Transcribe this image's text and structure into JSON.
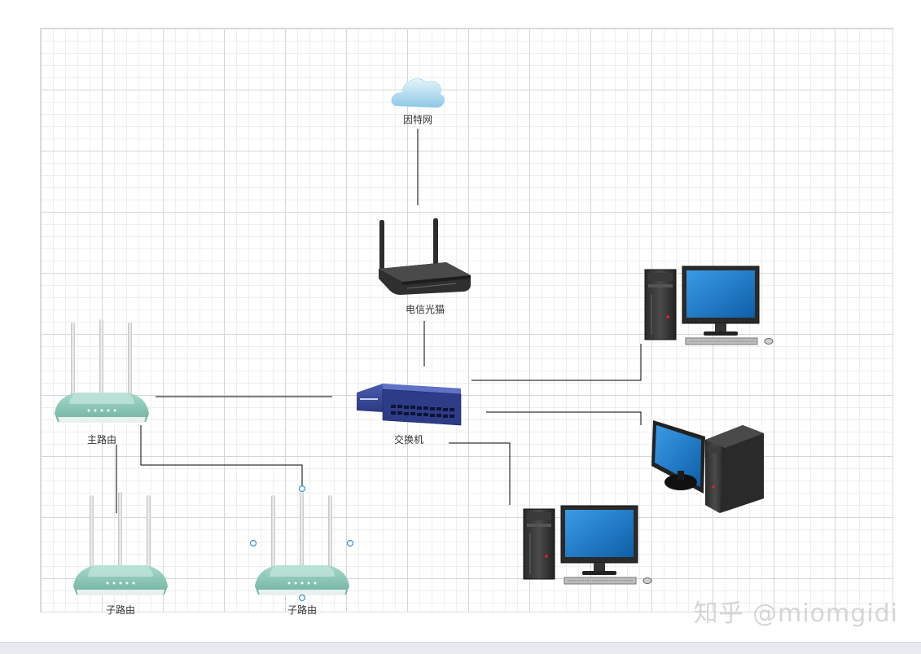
{
  "diagram": {
    "nodes": {
      "internet": {
        "label": "因特网",
        "icon": "cloud-icon"
      },
      "modem": {
        "label": "电信光猫",
        "icon": "modem-router-icon"
      },
      "switch": {
        "label": "交换机",
        "icon": "network-switch-icon"
      },
      "main_router": {
        "label": "主路由",
        "icon": "wifi-router-icon"
      },
      "sub_router_1": {
        "label": "子路由",
        "icon": "wifi-router-icon"
      },
      "sub_router_2": {
        "label": "子路由",
        "icon": "wifi-router-icon",
        "selected": true
      },
      "pc_1": {
        "icon": "desktop-computer-icon"
      },
      "pc_2": {
        "icon": "desktop-computer-icon"
      },
      "pc_3": {
        "icon": "desktop-computer-icon"
      }
    },
    "edges": [
      [
        "internet",
        "modem"
      ],
      [
        "modem",
        "switch"
      ],
      [
        "switch",
        "pc_1"
      ],
      [
        "switch",
        "pc_2"
      ],
      [
        "switch",
        "pc_3"
      ],
      [
        "switch",
        "main_router"
      ],
      [
        "main_router",
        "sub_router_1"
      ],
      [
        "main_router",
        "sub_router_2"
      ]
    ]
  },
  "watermark": "知乎 @miomgidi",
  "colors": {
    "grid_major": "#d6d6d6",
    "grid_minor": "#efefef",
    "connector": "#000000",
    "selection_handle": "#3b8fd9",
    "router_body": "#8cc9b8",
    "switch_body": "#2f3f8a",
    "monitor_screen": "#1d75c4"
  }
}
